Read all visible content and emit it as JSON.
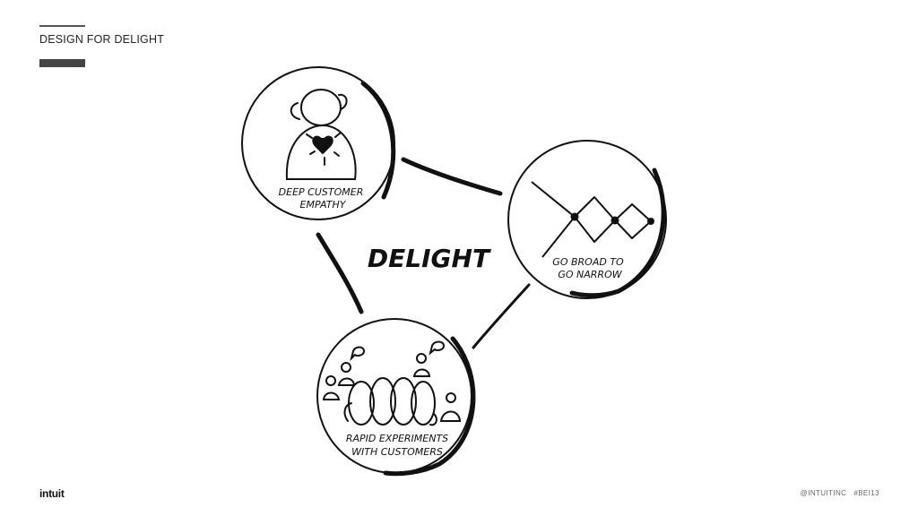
{
  "header": {
    "title": "DESIGN FOR DELIGHT"
  },
  "diagram": {
    "center_label": "DELIGHT",
    "nodes": [
      {
        "id": "empathy",
        "icon": "heart-person-icon",
        "label_lines": [
          "DEEP CUSTOMER",
          "EMPATHY"
        ]
      },
      {
        "id": "broad-narrow",
        "icon": "diverge-converge-icon",
        "label_lines": [
          "GO BROAD TO",
          "GO NARROW"
        ]
      },
      {
        "id": "experiments",
        "icon": "people-loops-icon",
        "label_lines": [
          "RAPID EXPERIMENTS",
          "WITH CUSTOMERS"
        ]
      }
    ],
    "stroke_color": "#111111"
  },
  "footer": {
    "logo_text": "intuit",
    "social_handle": "@INTUITINC",
    "hashtag": "#BEI13"
  }
}
